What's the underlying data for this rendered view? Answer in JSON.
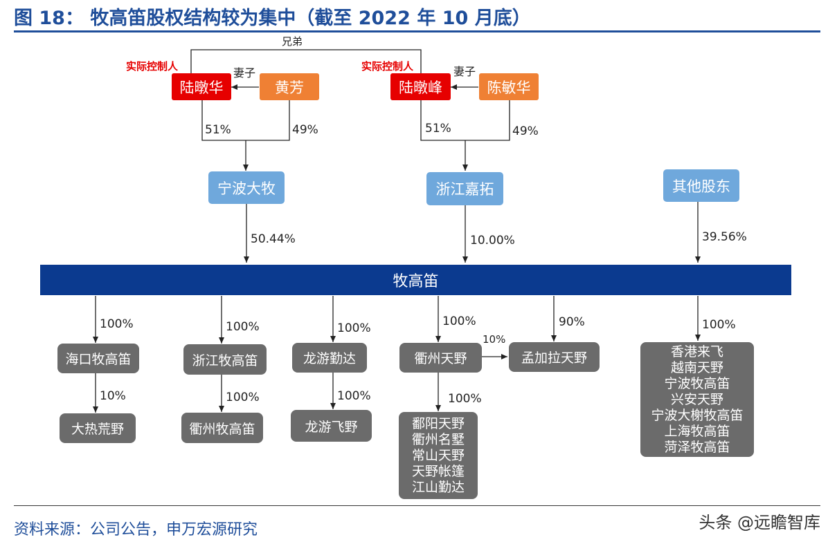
{
  "title": "图 18： 牧高笛股权结构较为集中（截至 2022 年 10 月底）",
  "source": "资料来源：公司公告，申万宏源研究",
  "watermark": "头条 @远瞻智库",
  "labels": {
    "brothers": "兄弟",
    "controller": "实际控制人",
    "wife": "妻子"
  },
  "nodes": {
    "lu_dunhua": "陆暾华",
    "huang_fang": "黄芳",
    "lu_dunfeng": "陆暾峰",
    "chen_minhua": "陈敏华",
    "ningbo_damu": "宁波大牧",
    "zhejiang_jiatuo": "浙江嘉拓",
    "other_holders": "其他股东",
    "mugaodi": "牧高笛",
    "haikou": "海口牧高笛",
    "zhejiang_mgd": "浙江牧高笛",
    "longyou_qinda": "龙游勤达",
    "quzhou_tianye": "衢州天野",
    "mengjiala": "孟加拉天野",
    "dare": "大热荒野",
    "quzhou_mgd": "衢州牧高笛",
    "longyou_feiye": "龙游飞野",
    "group_quzhou": [
      "鄱阳天野",
      "衢州名墅",
      "常山天野",
      "天野帐篷",
      "江山勤达"
    ],
    "group_right": [
      "香港来飞",
      "越南天野",
      "宁波牧高笛",
      "兴安天野",
      "宁波大榭牧高笛",
      "上海牧高笛",
      "菏泽牧高笛"
    ]
  },
  "pct": {
    "ldh_ningbo": "51%",
    "hf_ningbo": "49%",
    "ldf_jiatuo": "51%",
    "cmh_jiatuo": "49%",
    "ningbo_mgd": "50.44%",
    "jiatuo_mgd": "10.00%",
    "other_mgd": "39.56%",
    "haikou": "100%",
    "zhejiang": "100%",
    "longyou": "100%",
    "quzhou": "100%",
    "mengjiala": "90%",
    "right_group": "100%",
    "quzhou_mengjiala": "10%",
    "haikou_dare": "10%",
    "zhejiang_quzhou": "100%",
    "longyou_feiye": "100%",
    "quzhou_group": "100%"
  }
}
